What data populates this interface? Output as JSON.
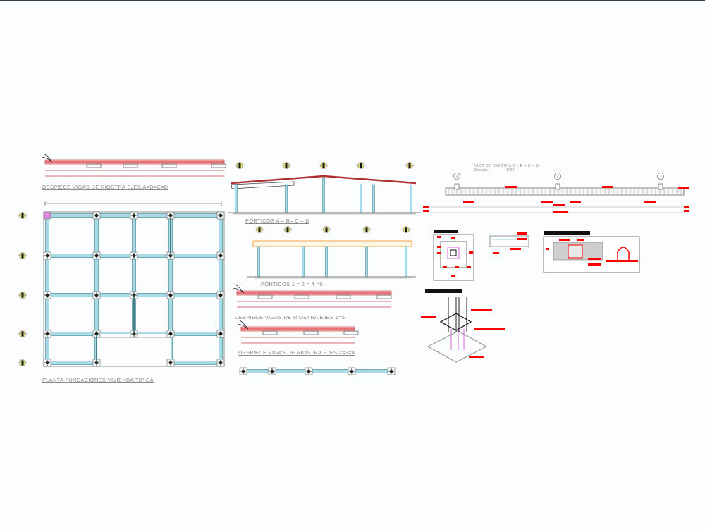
{
  "drawing": {
    "labels": {
      "despiece_abcd": "DESPIECE VIGAS DE RIOSTRA EJES A=B=C=D",
      "planta": "PLANTA FUNDACIONES VIVIENDA TIPICA",
      "porticos_abcd": "PÓRTICOS A = B= C = D",
      "porticos_1245": "PÓRTICOS 1 = 2 = 4 =5",
      "despiece_15": "DESPIECE VIGAS DE RIOSTRA EJES 1=5",
      "despiece_234": "DESPIECE VIGAS DE RIOSTRA EJES 2=3=4",
      "viga_riostra": "VIGA DE RIOSTRA A = B = C = D",
      "escala_label": "Escala:",
      "escala_value": "1/20",
      "axis_1": "1",
      "axis_2": "2"
    },
    "colors": {
      "beam_fill": "#a9dbe6",
      "beam_stroke": "#4a8fa0",
      "rebar": "#e0191b",
      "marker": "#e8e27a",
      "annotation": "#ff0000",
      "orange_beam": "#f0a030"
    }
  }
}
